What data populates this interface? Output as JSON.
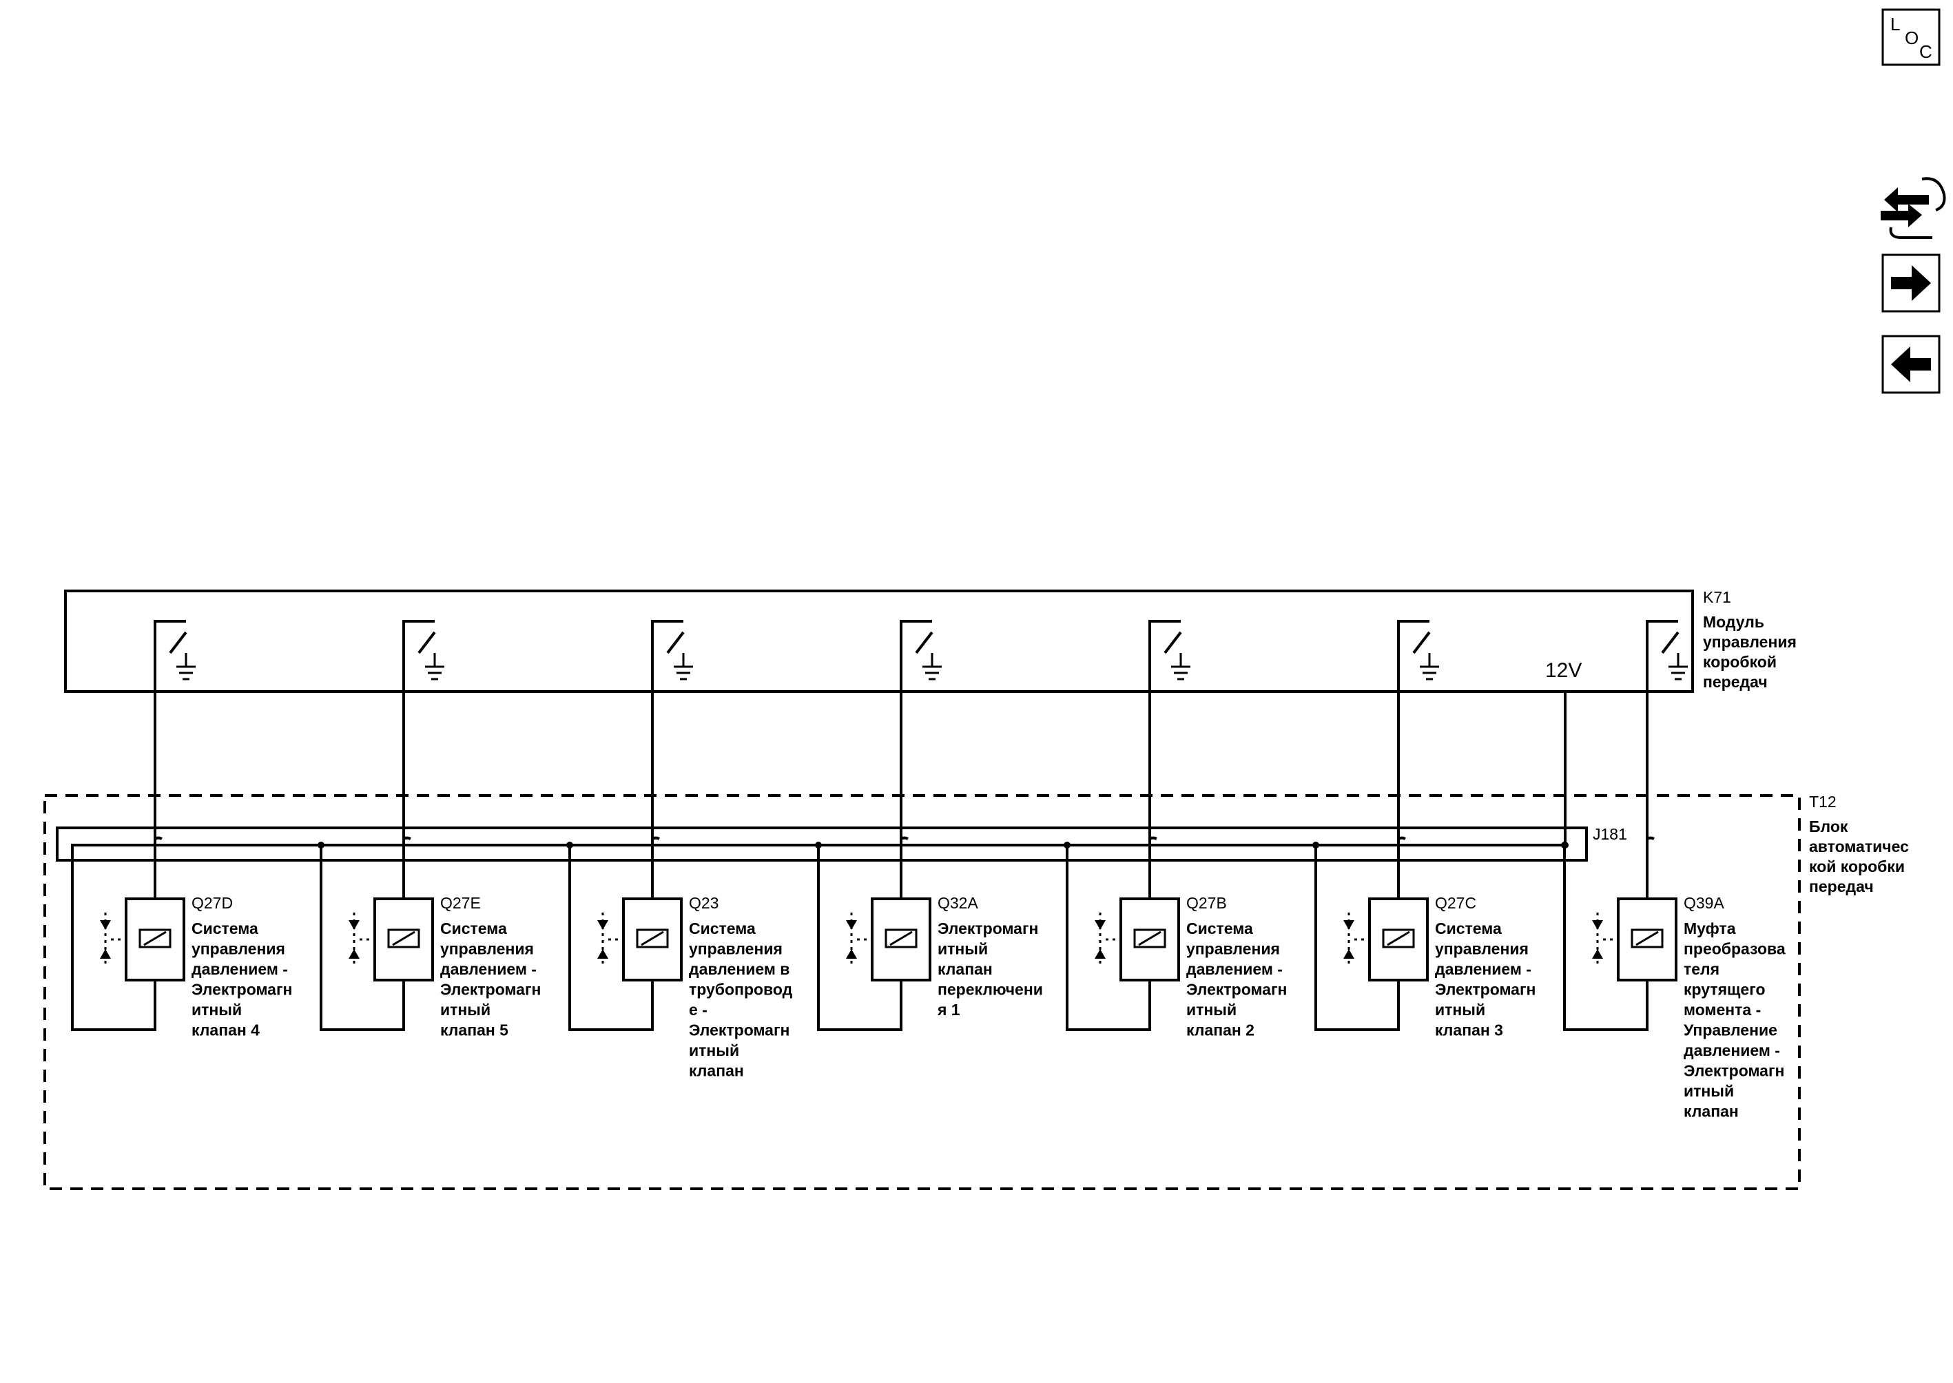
{
  "nav": {
    "loc_label": [
      "L",
      "O",
      "C"
    ],
    "icons": [
      "loc-icon",
      "component-view-icon",
      "next-arrow-icon",
      "previous-arrow-icon"
    ]
  },
  "module": {
    "code": "K71",
    "name_lines": [
      "Модуль",
      "управления",
      "коробкой",
      "передач"
    ],
    "supply": "12V"
  },
  "unit": {
    "code": "T12",
    "name_lines": [
      "Блок",
      "автоматичес",
      "кой коробки",
      "передач"
    ],
    "connector": "J181"
  },
  "solenoids": [
    {
      "code": "Q27D",
      "lines": [
        "Система",
        "управления",
        "давлением -",
        "Электромагн",
        "итный",
        "клапан 4"
      ]
    },
    {
      "code": "Q27E",
      "lines": [
        "Система",
        "управления",
        "давлением -",
        "Электромагн",
        "итный",
        "клапан 5"
      ]
    },
    {
      "code": "Q23",
      "lines": [
        "Система",
        "управления",
        "давлением в",
        "трубопровод",
        "е -",
        "Электромагн",
        "итный",
        "клапан"
      ]
    },
    {
      "code": "Q32A",
      "lines": [
        "Электромагн",
        "итный",
        "клапан",
        "переключени",
        "я 1"
      ]
    },
    {
      "code": "Q27B",
      "lines": [
        "Система",
        "управления",
        "давлением -",
        "Электромагн",
        "итный",
        "клапан 2"
      ]
    },
    {
      "code": "Q27C",
      "lines": [
        "Система",
        "управления",
        "давлением -",
        "Электромагн",
        "итный",
        "клапан 3"
      ]
    },
    {
      "code": "Q39A",
      "lines": [
        "Муфта",
        "преобразова",
        "теля",
        "крутящего",
        "момента -",
        "Управление",
        "давлением -",
        "Электромагн",
        "итный",
        "клапан"
      ]
    }
  ]
}
